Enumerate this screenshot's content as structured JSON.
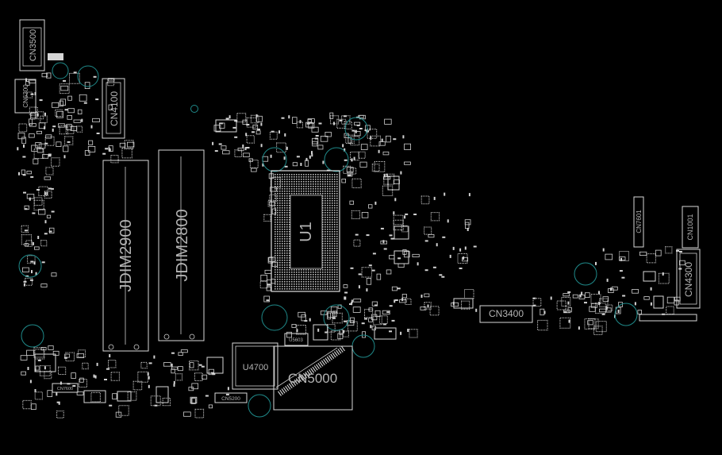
{
  "colors": {
    "background": "#000000",
    "outline": "#d8d8d8",
    "label": "#b4b4b4",
    "mounting_hole": "#1f8a8a"
  },
  "components": {
    "cn3500": "CN3500",
    "cn6300": "CN6300",
    "cn4100": "CN4100",
    "jdim2900": "JDIM2900",
    "jdim2800": "JDIM2800",
    "u1": "U1",
    "cn7601": "CN7601",
    "cn1001": "CN1001",
    "cn4300": "CN4300",
    "cn3400": "CN3400",
    "u4700": "U4700",
    "cn5000": "CN5000",
    "u5603": "U5603",
    "cn5200": "CN5200",
    "cn7600": "CN7600"
  }
}
